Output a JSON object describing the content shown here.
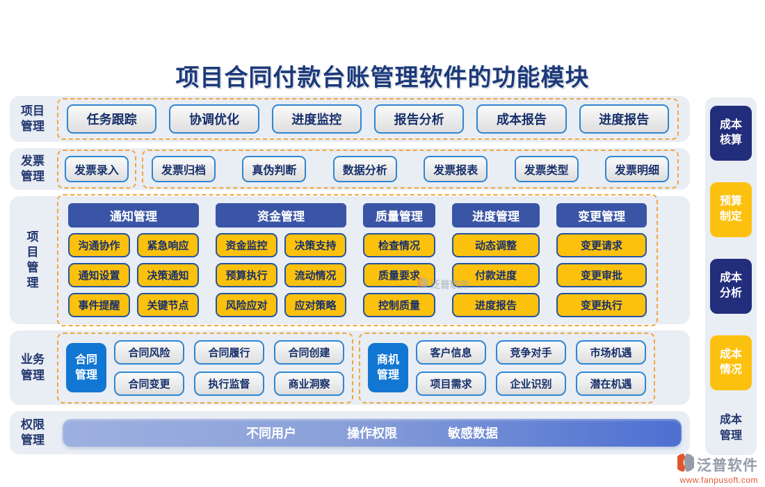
{
  "title": "项目合同付款台账管理软件的功能模块",
  "rows": {
    "project1": {
      "label": "项目\n管理",
      "items": [
        "任务跟踪",
        "协调优化",
        "进度监控",
        "报告分析",
        "成本报告",
        "进度报告"
      ]
    },
    "invoice": {
      "label": "发票\n管理",
      "items_primary": [
        "发票录入"
      ],
      "items_secondary": [
        "发票归档",
        "真伪判断",
        "数据分析",
        "发票报表",
        "发票类型",
        "发票明细"
      ]
    },
    "project2": {
      "label": "项\n目\n管\n理",
      "columns": [
        {
          "header": "通知管理",
          "items": [
            "沟通协作",
            "紧急响应",
            "通知设置",
            "决策通知",
            "事件提醒",
            "关键节点"
          ]
        },
        {
          "header": "资金管理",
          "items": [
            "资金监控",
            "决策支持",
            "预算执行",
            "流动情况",
            "风险应对",
            "应对策略"
          ]
        },
        {
          "header": "质量管理",
          "items": [
            "检查情况",
            "质量要求",
            "控制质量"
          ]
        },
        {
          "header": "进度管理",
          "items": [
            "动态调整",
            "付款进度",
            "进度报告"
          ]
        },
        {
          "header": "变更管理",
          "items": [
            "变更请求",
            "变更审批",
            "变更执行"
          ]
        }
      ]
    },
    "business": {
      "label": "业务\n管理",
      "groups": [
        {
          "tag": "合同\n管理",
          "items": [
            "合同风险",
            "合同履行",
            "合同创建",
            "合同变更",
            "执行监督",
            "商业洞察"
          ]
        },
        {
          "tag": "商机\n管理",
          "items": [
            "客户信息",
            "竞争对手",
            "市场机遇",
            "项目需求",
            "企业识别",
            "潜在机遇"
          ]
        }
      ]
    },
    "permission": {
      "label": "权限\n管理",
      "items": [
        "不同用户",
        "操作权限",
        "敏感数据"
      ]
    }
  },
  "sidebar": {
    "items": [
      {
        "label": "成本\n核算",
        "style": "navy"
      },
      {
        "label": "预算\n制定",
        "style": "yellow"
      },
      {
        "label": "成本\n分析",
        "style": "navy"
      },
      {
        "label": "成本\n情况",
        "style": "yellow"
      },
      {
        "label": "成本\n管理",
        "style": "plain"
      }
    ]
  },
  "watermark": {
    "text": "泛普软件"
  },
  "footer": {
    "brand": "泛普软件",
    "url": "www.fanpusoft.com"
  },
  "colors": {
    "title": "#1c3a7a",
    "row_background": "#e9edf4",
    "dashed_border": "#f2a53d",
    "gray_button_border": "#2e86d1",
    "button_text": "#17306b",
    "yellow_button": "#fcc10d",
    "yellow_button_border": "#24549f",
    "column_header_blue": "#3a55a5",
    "tag_blue": "#1177d2",
    "sidebar_navy": "#222d7c",
    "sidebar_yellow": "#fcc10f",
    "permission_bar_start": "#9db0e0",
    "permission_bar_end": "#4c6fd1",
    "footer_url": "#e2552e"
  }
}
